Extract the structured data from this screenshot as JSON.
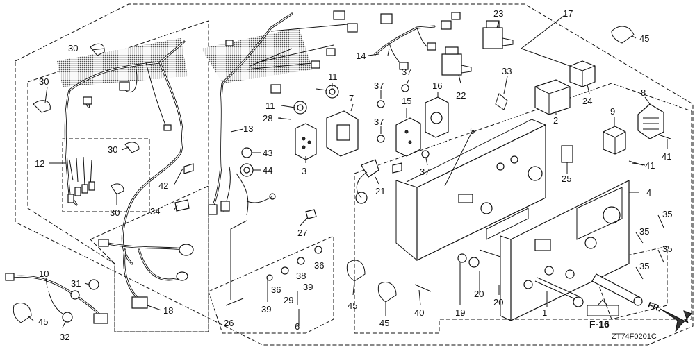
{
  "diagram": {
    "code": "ZT74F0201C",
    "ref_box": "F-16",
    "arrow_text": "FR.",
    "callouts": [
      {
        "id": "c1",
        "text": "1"
      },
      {
        "id": "c2",
        "text": "2"
      },
      {
        "id": "c3",
        "text": "3"
      },
      {
        "id": "c4",
        "text": "4"
      },
      {
        "id": "c5",
        "text": "5"
      },
      {
        "id": "c6",
        "text": "6"
      },
      {
        "id": "c7",
        "text": "7"
      },
      {
        "id": "c8",
        "text": "8"
      },
      {
        "id": "c9",
        "text": "9"
      },
      {
        "id": "c10",
        "text": "10"
      },
      {
        "id": "c11a",
        "text": "11"
      },
      {
        "id": "c11b",
        "text": "11"
      },
      {
        "id": "c12",
        "text": "12"
      },
      {
        "id": "c13",
        "text": "13"
      },
      {
        "id": "c14",
        "text": "14"
      },
      {
        "id": "c15",
        "text": "15"
      },
      {
        "id": "c16",
        "text": "16"
      },
      {
        "id": "c17",
        "text": "17"
      },
      {
        "id": "c18",
        "text": "18"
      },
      {
        "id": "c19",
        "text": "19"
      },
      {
        "id": "c20a",
        "text": "20"
      },
      {
        "id": "c20b",
        "text": "20"
      },
      {
        "id": "c21",
        "text": "21"
      },
      {
        "id": "c22",
        "text": "22"
      },
      {
        "id": "c23",
        "text": "23"
      },
      {
        "id": "c24",
        "text": "24"
      },
      {
        "id": "c25",
        "text": "25"
      },
      {
        "id": "c26",
        "text": "26"
      },
      {
        "id": "c27",
        "text": "27"
      },
      {
        "id": "c28",
        "text": "28"
      },
      {
        "id": "c29",
        "text": "29"
      },
      {
        "id": "c30a",
        "text": "30"
      },
      {
        "id": "c30b",
        "text": "30"
      },
      {
        "id": "c30c",
        "text": "30"
      },
      {
        "id": "c30d",
        "text": "30"
      },
      {
        "id": "c31",
        "text": "31"
      },
      {
        "id": "c32",
        "text": "32"
      },
      {
        "id": "c33",
        "text": "33"
      },
      {
        "id": "c34",
        "text": "34"
      },
      {
        "id": "c35a",
        "text": "35"
      },
      {
        "id": "c35b",
        "text": "35"
      },
      {
        "id": "c35c",
        "text": "35"
      },
      {
        "id": "c35d",
        "text": "35"
      },
      {
        "id": "c36a",
        "text": "36"
      },
      {
        "id": "c36b",
        "text": "36"
      },
      {
        "id": "c37a",
        "text": "37"
      },
      {
        "id": "c37b",
        "text": "37"
      },
      {
        "id": "c37c",
        "text": "37"
      },
      {
        "id": "c37d",
        "text": "37"
      },
      {
        "id": "c38",
        "text": "38"
      },
      {
        "id": "c39a",
        "text": "39"
      },
      {
        "id": "c39b",
        "text": "39"
      },
      {
        "id": "c40",
        "text": "40"
      },
      {
        "id": "c41a",
        "text": "41"
      },
      {
        "id": "c41b",
        "text": "41"
      },
      {
        "id": "c42",
        "text": "42"
      },
      {
        "id": "c43",
        "text": "43"
      },
      {
        "id": "c44",
        "text": "44"
      },
      {
        "id": "c45a",
        "text": "45"
      },
      {
        "id": "c45b",
        "text": "45"
      },
      {
        "id": "c45c",
        "text": "45"
      },
      {
        "id": "c45d",
        "text": "45"
      }
    ]
  }
}
